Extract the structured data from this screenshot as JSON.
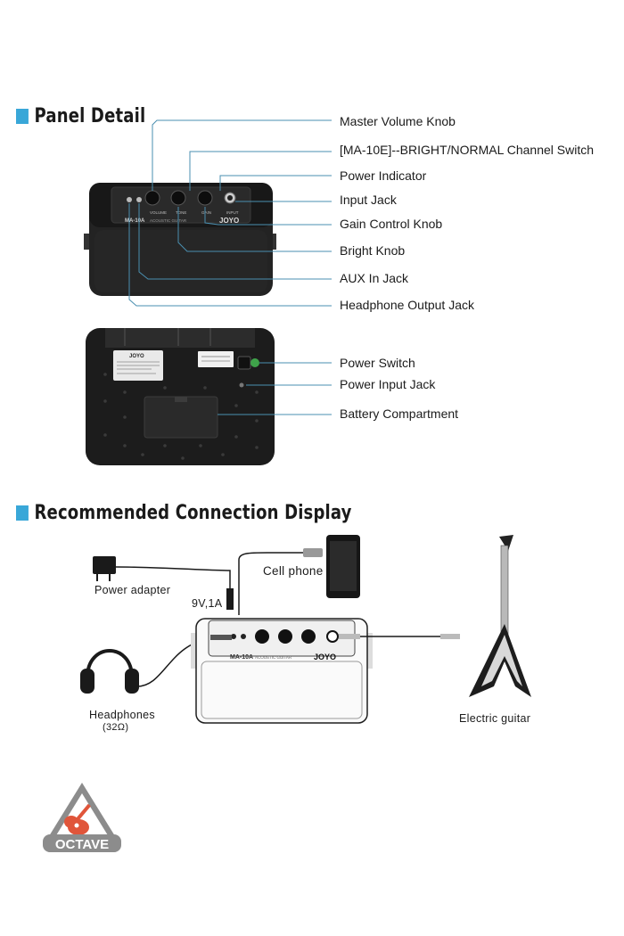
{
  "sections": {
    "panel_detail": "Panel Detail",
    "connection": "Recommended Connection Display"
  },
  "callouts": {
    "master_volume": "Master Volume Knob",
    "channel_switch": "[MA-10E]--BRIGHT/NORMAL Channel Switch",
    "power_indicator": "Power Indicator",
    "input_jack": "Input Jack",
    "gain_knob": "Gain Control Knob",
    "bright_knob": "Bright Knob",
    "aux_in": "AUX In Jack",
    "headphone_out": "Headphone Output Jack",
    "power_switch": "Power Switch",
    "power_input": "Power Input Jack",
    "battery": "Battery Compartment"
  },
  "connection": {
    "power_adapter": "Power adapter",
    "power_spec": "9V,1A",
    "cell_phone": "Cell phone",
    "headphones": "Headphones",
    "headphones_ohm": "(32Ω)",
    "electric_guitar": "Electric guitar"
  },
  "amp": {
    "brand": "JOYO",
    "model": "MA-10A",
    "model_sub": "ACOUSTIC GUITAR",
    "back_brand": "JOYO",
    "knob_labels": [
      "VOLUME",
      "TONE",
      "GAIN",
      "INPUT"
    ]
  },
  "logo": {
    "text": "OCTAVE"
  },
  "colors": {
    "accent": "#39a7d8",
    "callout_line": "#4a8fb0",
    "amp_body": "#1e1e1e",
    "logo_red": "#e0553a",
    "logo_gray": "#7a7a7a"
  }
}
